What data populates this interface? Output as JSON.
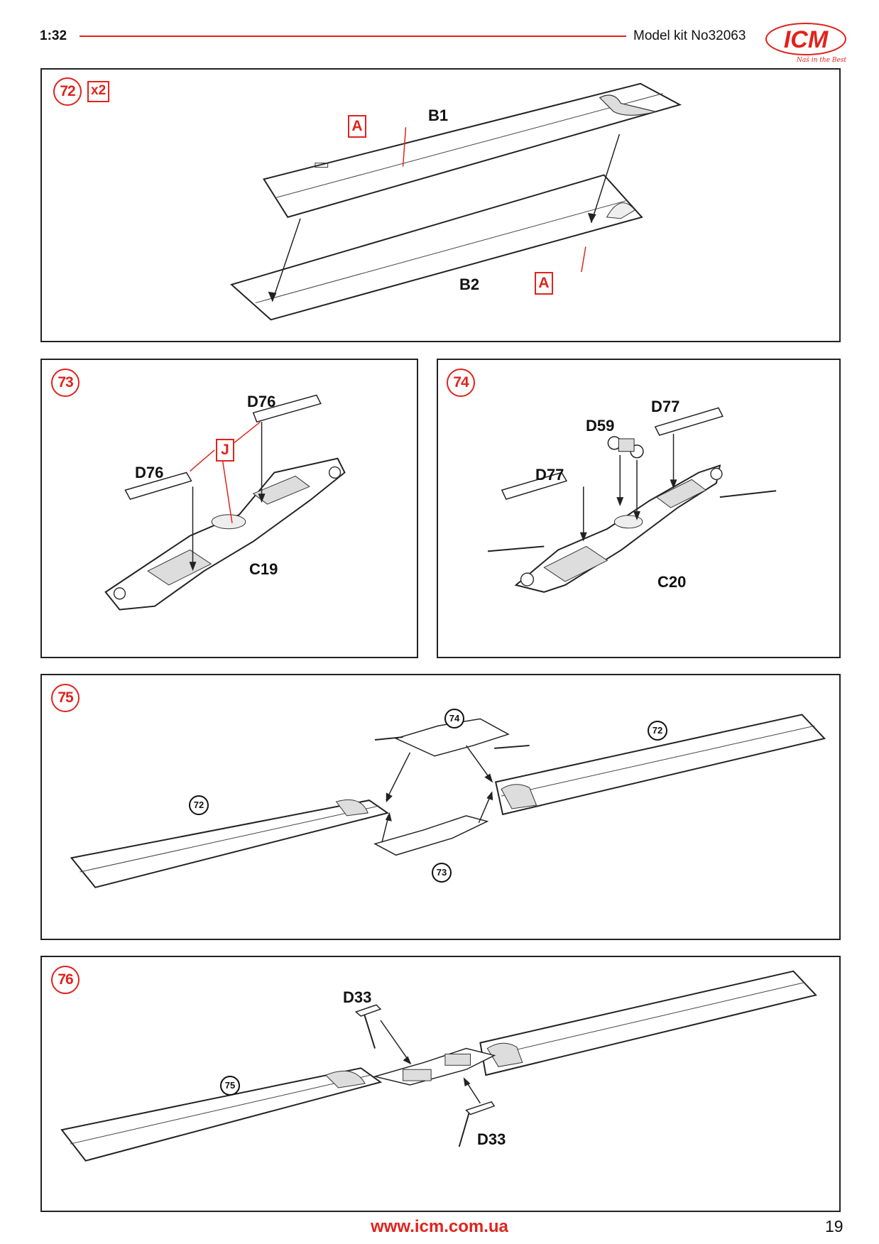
{
  "header": {
    "scale": "1:32",
    "kit_number": "Model kit No32063",
    "brand": "ICM",
    "tagline": "Naš in the Best"
  },
  "steps": [
    {
      "number": "72",
      "multiplier": "x2",
      "parts": [
        "B1",
        "B2"
      ],
      "paint_refs": [
        "A",
        "A"
      ]
    },
    {
      "number": "73",
      "parts": [
        "D76",
        "D76",
        "C19"
      ],
      "paint_refs": [
        "J"
      ]
    },
    {
      "number": "74",
      "parts": [
        "D77",
        "D59",
        "D77",
        "C20"
      ]
    },
    {
      "number": "75",
      "sub_refs": [
        "74",
        "72",
        "72",
        "73"
      ]
    },
    {
      "number": "76",
      "parts": [
        "D33",
        "D33"
      ],
      "sub_refs": [
        "75"
      ]
    }
  ],
  "footer": {
    "url": "www.icm.com.ua",
    "page": "19"
  }
}
